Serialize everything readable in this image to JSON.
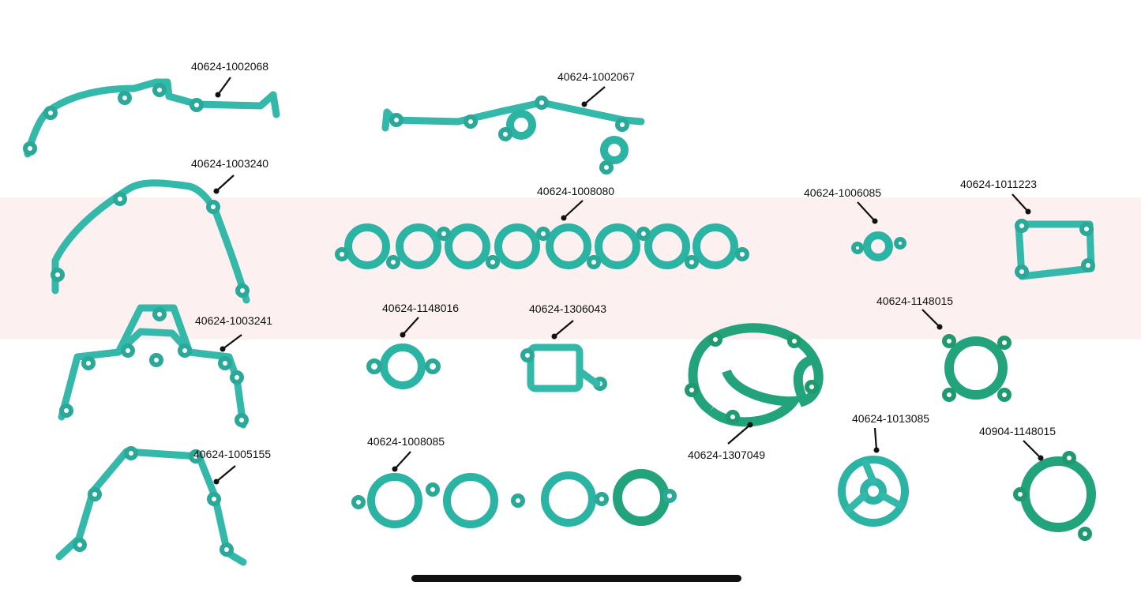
{
  "colors": {
    "background": "#ffffff",
    "gasket_teal": "#33b8aa",
    "gasket_green": "#21a07a",
    "gasket_dark_green": "#167a55",
    "gasket_stroke": "#1f8f85",
    "label_text": "#111111",
    "leader_line": "#111111",
    "watermark": "#fbe9e9",
    "home_indicator": "#111111"
  },
  "parts": [
    {
      "id": "p1",
      "label": "40624-1002068"
    },
    {
      "id": "p2",
      "label": "40624-1003240"
    },
    {
      "id": "p3",
      "label": "40624-1003241"
    },
    {
      "id": "p4",
      "label": "40624-1005155"
    },
    {
      "id": "p5",
      "label": "40624-1002067"
    },
    {
      "id": "p6",
      "label": "40624-1008080"
    },
    {
      "id": "p7",
      "label": "40624-1148016"
    },
    {
      "id": "p8",
      "label": "40624-1306043"
    },
    {
      "id": "p9",
      "label": "40624-1008085"
    },
    {
      "id": "p10",
      "label": "40624-1307049"
    },
    {
      "id": "p11",
      "label": "40624-1006085"
    },
    {
      "id": "p12",
      "label": "40624-1011223"
    },
    {
      "id": "p13",
      "label": "40624-1148015"
    },
    {
      "id": "p14",
      "label": "40624-1013085"
    },
    {
      "id": "p15",
      "label": "40904-1148015"
    }
  ]
}
